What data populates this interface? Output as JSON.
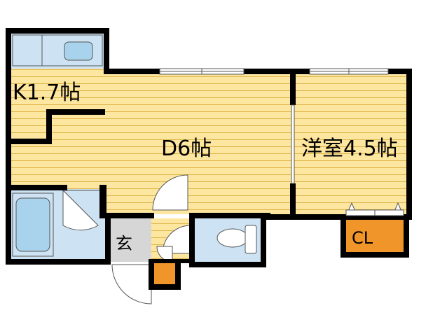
{
  "floorplan": {
    "rooms": {
      "kitchen": {
        "label": "K1.7帖"
      },
      "dining": {
        "label": "D6帖"
      },
      "western_room": {
        "label": "洋室4.5帖"
      },
      "closet": {
        "label": "CL"
      },
      "entrance": {
        "label": "玄"
      }
    },
    "colors": {
      "floor_wood": "#fde7a0",
      "floor_line": "#e0b850",
      "wet_area": "#cde3f3",
      "fixture": "#a9d3ec",
      "closet": "#f0952a",
      "entrance": "#d6d6d6",
      "wall": "#000000"
    }
  }
}
